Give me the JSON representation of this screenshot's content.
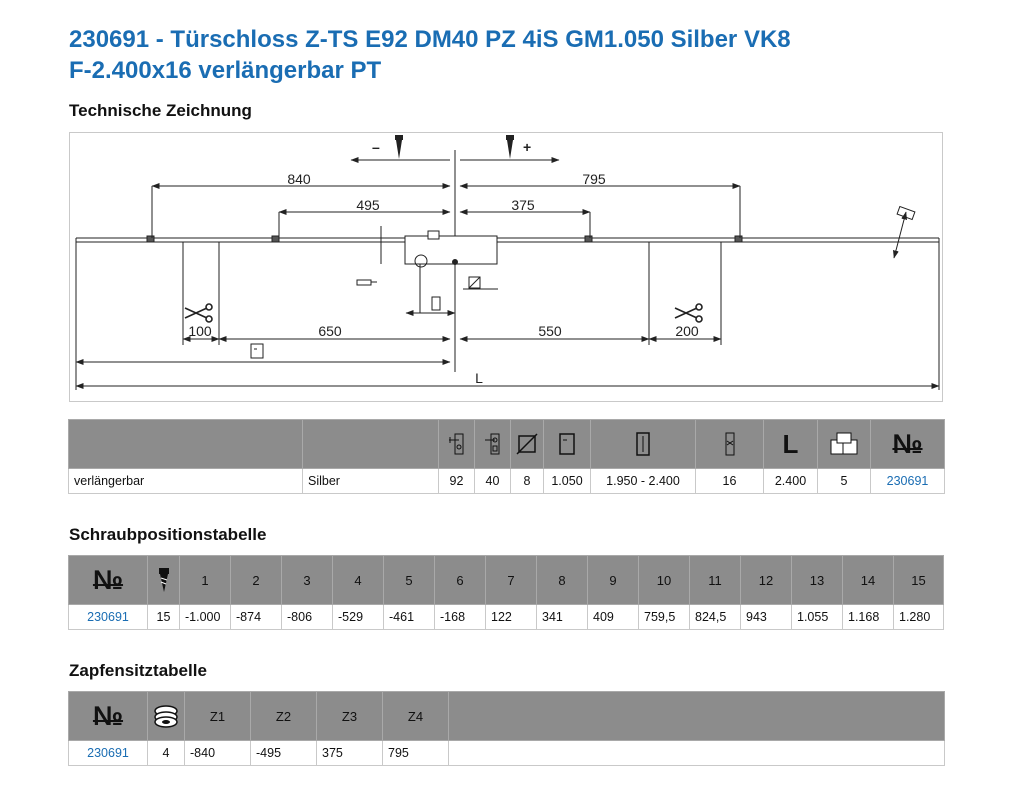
{
  "title": {
    "line1": "230691 - Türschloss Z-TS E92 DM40 PZ 4iS GM1.050 Silber VK8",
    "line2": "F-2.400x16 verlängerbar PT"
  },
  "sections": {
    "drawing": "Technische Zeichnung",
    "screws": "Schraubpositionstabelle",
    "pins": "Zapfensitztabelle"
  },
  "drawing": {
    "minus": "–",
    "plus": "+",
    "dim_840": "840",
    "dim_795": "795",
    "dim_495": "495",
    "dim_375": "375",
    "dim_100": "100",
    "dim_650": "650",
    "dim_550": "550",
    "dim_200": "200",
    "dim_L": "L"
  },
  "product_table": {
    "icons": [
      "backset-icon",
      "distance-icon",
      "square-spindle-icon",
      "gear-height-icon",
      "length-range-icon",
      "cut-count-icon",
      "length-L-icon",
      "pack-unit-icon",
      "number-icon"
    ],
    "header_L": "L",
    "header_no": "№",
    "row": {
      "label": "verlängerbar",
      "surface": "Silber",
      "values": [
        "92",
        "40",
        "8",
        "1.050",
        "1.950 - 2.400",
        "16",
        "2.400",
        "5"
      ],
      "number": "230691"
    }
  },
  "screw_table": {
    "header_no": "№",
    "columns": [
      "1",
      "2",
      "3",
      "4",
      "5",
      "6",
      "7",
      "8",
      "9",
      "10",
      "11",
      "12",
      "13",
      "14",
      "15"
    ],
    "row": {
      "number": "230691",
      "count": "15",
      "values": [
        "-1.000",
        "-874",
        "-806",
        "-529",
        "-461",
        "-168",
        "122",
        "341",
        "409",
        "759,5",
        "824,5",
        "943",
        "1.055",
        "1.168",
        "1.280"
      ]
    }
  },
  "pin_table": {
    "header_no": "№",
    "columns": [
      "Z1",
      "Z2",
      "Z3",
      "Z4"
    ],
    "row": {
      "number": "230691",
      "count": "4",
      "values": [
        "-840",
        "-495",
        "375",
        "795"
      ]
    }
  }
}
